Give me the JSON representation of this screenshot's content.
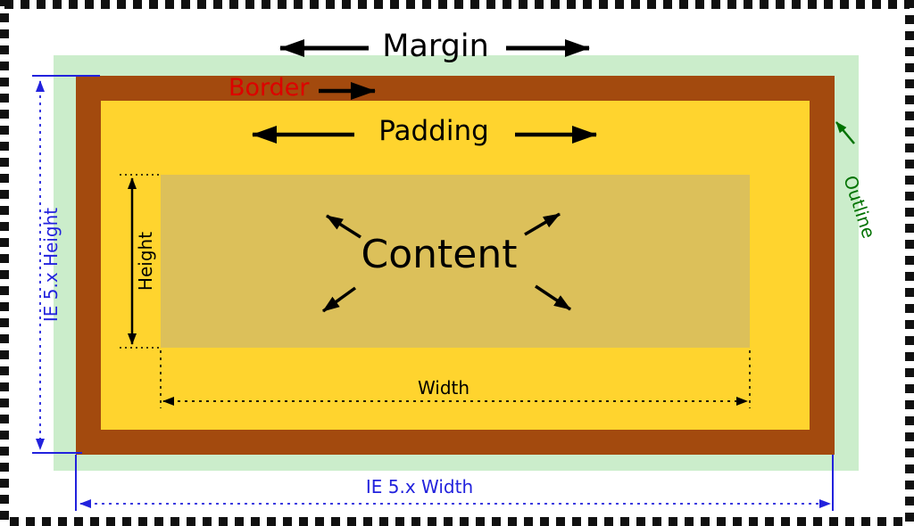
{
  "boxes": {
    "margin": {
      "label": "Margin"
    },
    "outline": {
      "label": "Outline"
    },
    "border": {
      "label": "Border"
    },
    "padding": {
      "label": "Padding"
    },
    "content": {
      "label": "Content"
    }
  },
  "measurements": {
    "height": {
      "label": "Height"
    },
    "width": {
      "label": "Width"
    },
    "ie_height": {
      "label": "IE 5.x Height"
    },
    "ie_width": {
      "label": "IE 5.x Width"
    }
  },
  "colors": {
    "margin_area": "#FFFFFF",
    "outline_area": "#CBEDCB",
    "border_area": "#A34A0E",
    "padding_area": "#FFD42E",
    "content_area": "#DCC05A",
    "measure_blue": "#2222DD",
    "border_label": "#DD0000",
    "outline_label": "#007200",
    "arrow_black": "#000000",
    "frame_black": "#111111"
  }
}
